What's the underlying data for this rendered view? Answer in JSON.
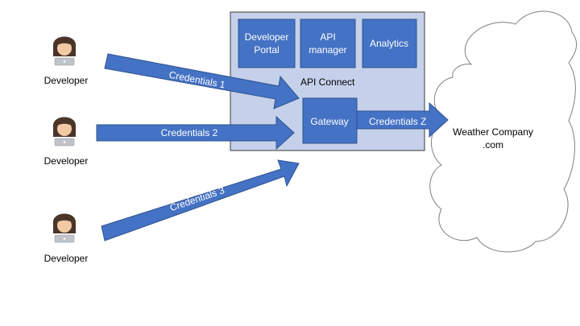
{
  "api_connect": {
    "title": "API Connect",
    "boxes": {
      "portal": [
        "Developer",
        "Portal"
      ],
      "manager": [
        "API",
        "manager"
      ],
      "analytics": "Analytics",
      "gateway": "Gateway"
    }
  },
  "developers": [
    {
      "label": "Developer",
      "credential": "Credentials 1"
    },
    {
      "label": "Developer",
      "credential": "Credentials 2"
    },
    {
      "label": "Developer",
      "credential": "Credentials 3"
    }
  ],
  "gateway_credential": "Credentials Z",
  "target": [
    "Weather Company",
    ".com"
  ],
  "colors": {
    "panel_fill": "#c5d1ea",
    "box_fill": "#4472c4",
    "box_stroke": "#2f528f",
    "arrow_fill": "#4472c4"
  }
}
